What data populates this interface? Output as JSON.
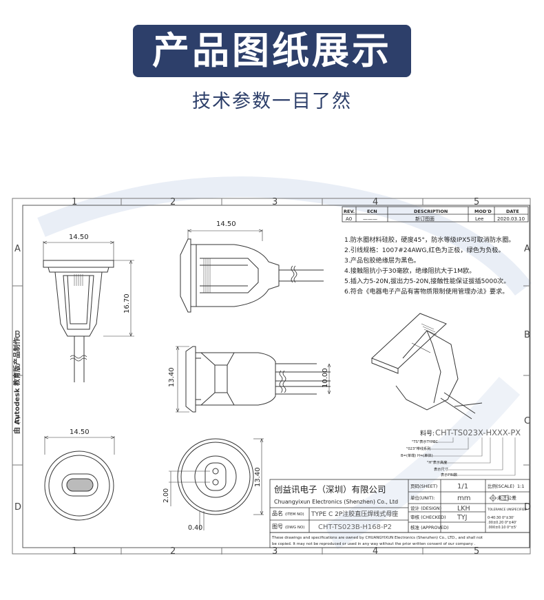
{
  "header": {
    "title": "产品图纸展示",
    "subtitle": "技术参数一目了然"
  },
  "zones": {
    "cols": [
      "1",
      "2",
      "3",
      "4",
      "5"
    ],
    "rows": [
      "A",
      "B",
      "C",
      "D"
    ]
  },
  "side_text": "由 Autodesk 教育版产品制作",
  "revision": {
    "headers": [
      "REV.",
      "ECN",
      "DESCRIPTION",
      "MOD'D",
      "DATE"
    ],
    "row": [
      "A0",
      "———",
      "新订图面",
      "Lee",
      "2020.03.10"
    ]
  },
  "notes": [
    "1.防水圈材料硅胶，硬度45°，防水等级IPX5可取消防水圈。",
    "2.引线规格：1007#24AWG,红色为正极，绿色为负极。",
    "3.产品包胶绝缘层为黑色。",
    "4.接触阻抗小于30毫欧，绝缘阻抗大于1M欧。",
    "5.插入力5-20N,拔出力5-20N,接触性能保证拔插5000次。",
    "6.符合《电器电子产品有害物质限制使用管理办法》要求。"
  ],
  "dims": {
    "top_width": "14.50",
    "side_width": "14.50",
    "front_height": "16.70",
    "mid_height": "13.40",
    "mid_right": "10.00",
    "bottom_width": "14.50",
    "pin_gap": "2.00",
    "pin_offset": "0.40",
    "bottom_height": "13.40"
  },
  "partno": {
    "label": "料号:",
    "value": "CHT-TS023X-HXXX-PX",
    "legend": [
      "\"TS\"表示TYPEC",
      "\"023\"带线系列",
      "B=(单端) H=(单体)",
      "\"H\"表示高度",
      "表示尺寸",
      "表示PIN数"
    ]
  },
  "title_block": {
    "company_cn": "创益讯电子（深圳）有限公司",
    "company_en": "Chuangyixun Electronics (Shenzhen) Co., Ltd",
    "item_label": "品名",
    "item_label_en": "(ITEM NO)",
    "item_value": "TYPE C 2P注胶直压焊线式母座",
    "dwg_label": "图号",
    "dwg_label_en": "(DWG NO)",
    "dwg_value": "CHT-TS023B-H168-P2",
    "sheet_label": "页码(SHEET)",
    "sheet_value": "1/1",
    "scale_label": "比例(SCALE)",
    "scale_value": "1:1",
    "unit_label": "单位(UNIT):",
    "unit_value": "mm",
    "design_label": "设计 (DESIGN)",
    "design_value": "LKH",
    "checked_label": "审核 (CHECKED)",
    "checked_value": "TYJ",
    "approved_label": "核准 (APPROVED)",
    "tolerance_title": "未注公差",
    "tolerance_en": "TOLERANCE UNSPECIFIED",
    "tolerance_lines": [
      "0-40:30  0°±30'",
      ".00±0.20  0°±40'",
      ".000±0.10  0°±5'"
    ]
  },
  "footer_note": [
    "These drawings and specifications are owned by CHUANGYIXUN Electronics (Shenzhen) Co., LTD., and shall not",
    "be copied. It may not be reproduced or used in any way without the prior written consent of our company ."
  ]
}
